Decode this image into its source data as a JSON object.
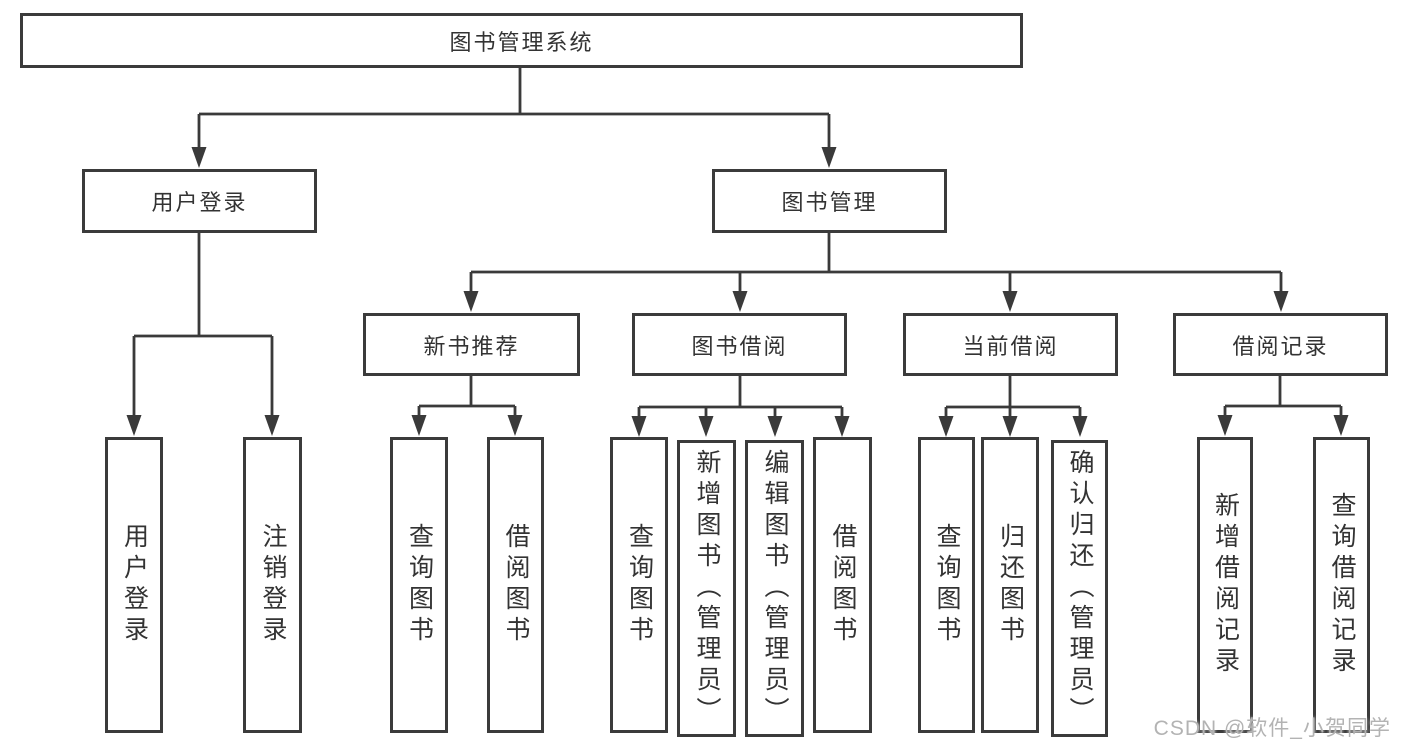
{
  "diagram": {
    "root": "图书管理系统",
    "login": {
      "label": "用户登录",
      "children": [
        "用户登录",
        "注销登录"
      ]
    },
    "management": {
      "label": "图书管理",
      "sections": [
        {
          "label": "新书推荐",
          "children": [
            "查询图书",
            "借阅图书"
          ]
        },
        {
          "label": "图书借阅",
          "children": [
            "查询图书",
            "新增图书（管理员）",
            "编辑图书（管理员）",
            "借阅图书"
          ]
        },
        {
          "label": "当前借阅",
          "children": [
            "查询图书",
            "归还图书",
            "确认归还（管理员）"
          ]
        },
        {
          "label": "借阅记录",
          "children": [
            "新增借阅记录",
            "查询借阅记录"
          ]
        }
      ]
    },
    "line_color": "#3a3a3a",
    "box_border_color": "#3b3b3b",
    "text_color": "#333333"
  },
  "watermark": "CSDN @软件_小贺同学"
}
